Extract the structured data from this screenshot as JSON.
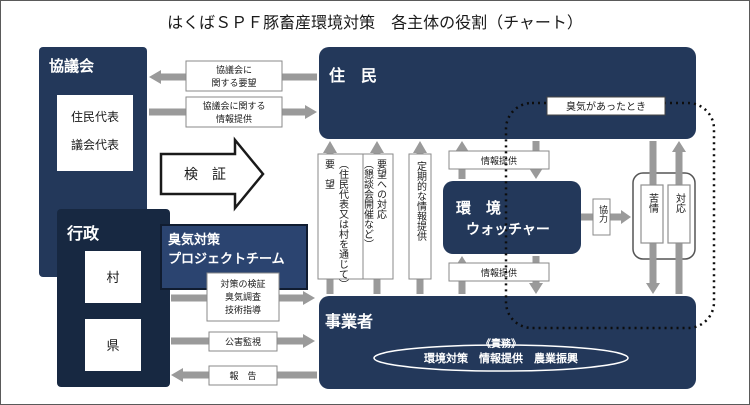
{
  "title": "はくばＳＰＦ豚畜産環境対策　各主体の役割（チャート）",
  "nodes": {
    "kyogikai": {
      "label": "協議会",
      "members": [
        "住民代表",
        "議会代表"
      ]
    },
    "jumin": {
      "label": "住　民"
    },
    "gyosei": {
      "label": "行政",
      "units": [
        "村",
        "県"
      ]
    },
    "project": {
      "label_line1": "臭気対策",
      "label_line2": "プロジェクトチーム"
    },
    "watcher": {
      "label_line1": "環　境",
      "label_line2": "ウォッチャー"
    },
    "jigyosha": {
      "label": "事業者",
      "duty_title": "《責務》",
      "duty_items": "環境対策　情報提供　農業振興"
    },
    "complaint_panel": {
      "kujo": "苦情",
      "taio": "対応"
    }
  },
  "labels": {
    "kyogikai_youbou_1": "協議会に",
    "kyogikai_youbou_2": "関する要望",
    "kyogikai_joho_1": "協議会に関する",
    "kyogikai_joho_2": "情報提供",
    "kensho": "検　証",
    "youbou_paren": "（住民代表又は村を通じて）",
    "youbou": "要　望",
    "taio_paren": "（懇談会開催など）",
    "taio": "要望への対応",
    "teiki": "定期的な情報提供",
    "joho_top": "情報提供",
    "joho_bottom": "情報提供",
    "kyoryoku": "協力",
    "shuki_toki": "臭気があったとき",
    "kensho_group": [
      "対策の検証",
      "臭気調査",
      "技術指導"
    ],
    "kogai": "公害監視",
    "hokoku": "報　告"
  }
}
